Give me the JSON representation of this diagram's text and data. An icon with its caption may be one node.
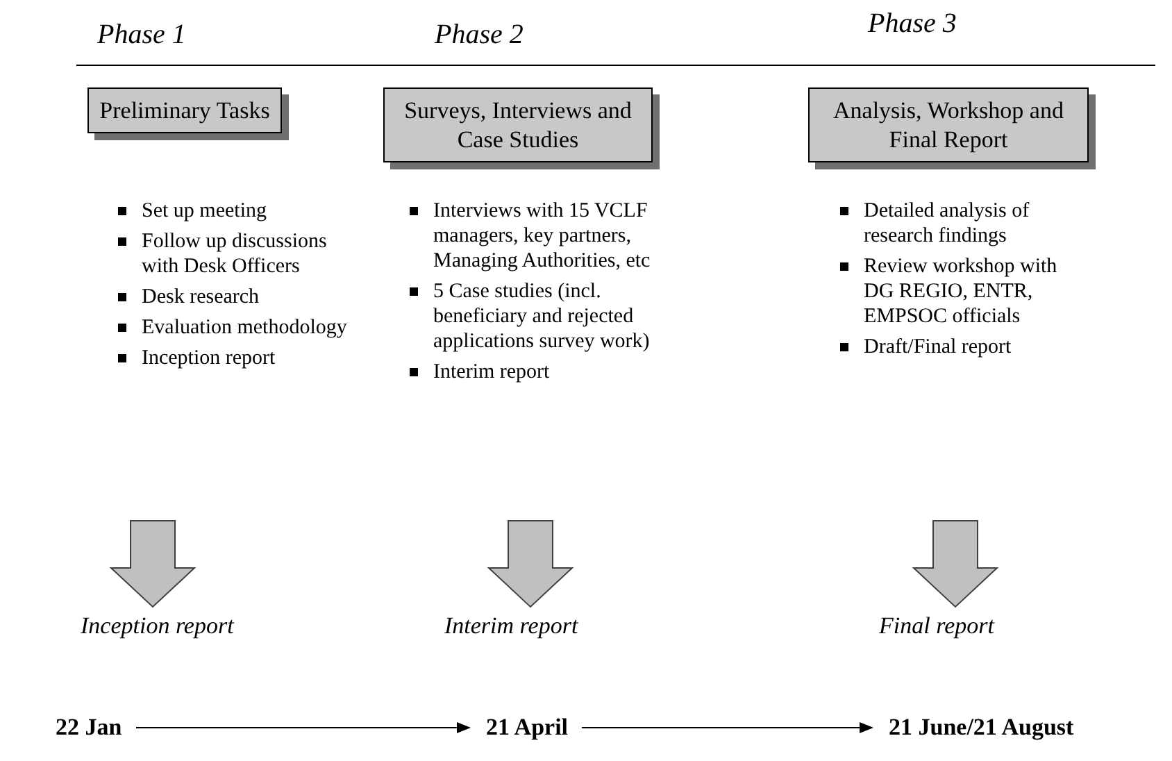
{
  "diagram": {
    "nodes": [
      {
        "text": [
          "Preliminary Tasks"
        ]
      },
      {
        "text": [
          "Surveys, Interviews and Case Studies"
        ]
      },
      {
        "text": [
          "Analysis, Workshop and Final Report"
        ]
      },
      {
        "text": [
          "Inception report"
        ]
      },
      {
        "text": [
          "Interim report"
        ]
      },
      {
        "text": [
          "Final report"
        ]
      },
      {
        "text": [
          "22 Jan"
        ]
      },
      {
        "text": [
          "21 April"
        ]
      },
      {
        "text": [
          "21 June/21 August"
        ]
      }
    ],
    "edges": [
      {
        "from": null,
        "to": 3,
        "arrow": "to",
        "style": "thick"
      },
      {
        "from": null,
        "to": 4,
        "arrow": "to",
        "style": "thick"
      },
      {
        "from": null,
        "to": 5,
        "arrow": "to",
        "style": "thick"
      },
      {
        "from": 6,
        "to": 7,
        "arrow": "to"
      },
      {
        "from": 7,
        "to": 8,
        "arrow": "to"
      }
    ],
    "labels": [
      "Phase 1",
      "Phase 2",
      "Phase 3",
      "Set up meeting",
      "Follow up discussions with Desk Officers",
      "Desk research",
      "Evaluation methodology",
      "Inception report",
      "Interviews with 15 VCLF managers, key partners, Managing Authorities, etc",
      "5 Case studies (incl. beneficiary and rejected applications survey work)",
      "Interim report",
      "Detailed analysis of research findings",
      "Review workshop with DG REGIO, ENTR, EMPSOC officials",
      "Draft/Final report"
    ]
  }
}
